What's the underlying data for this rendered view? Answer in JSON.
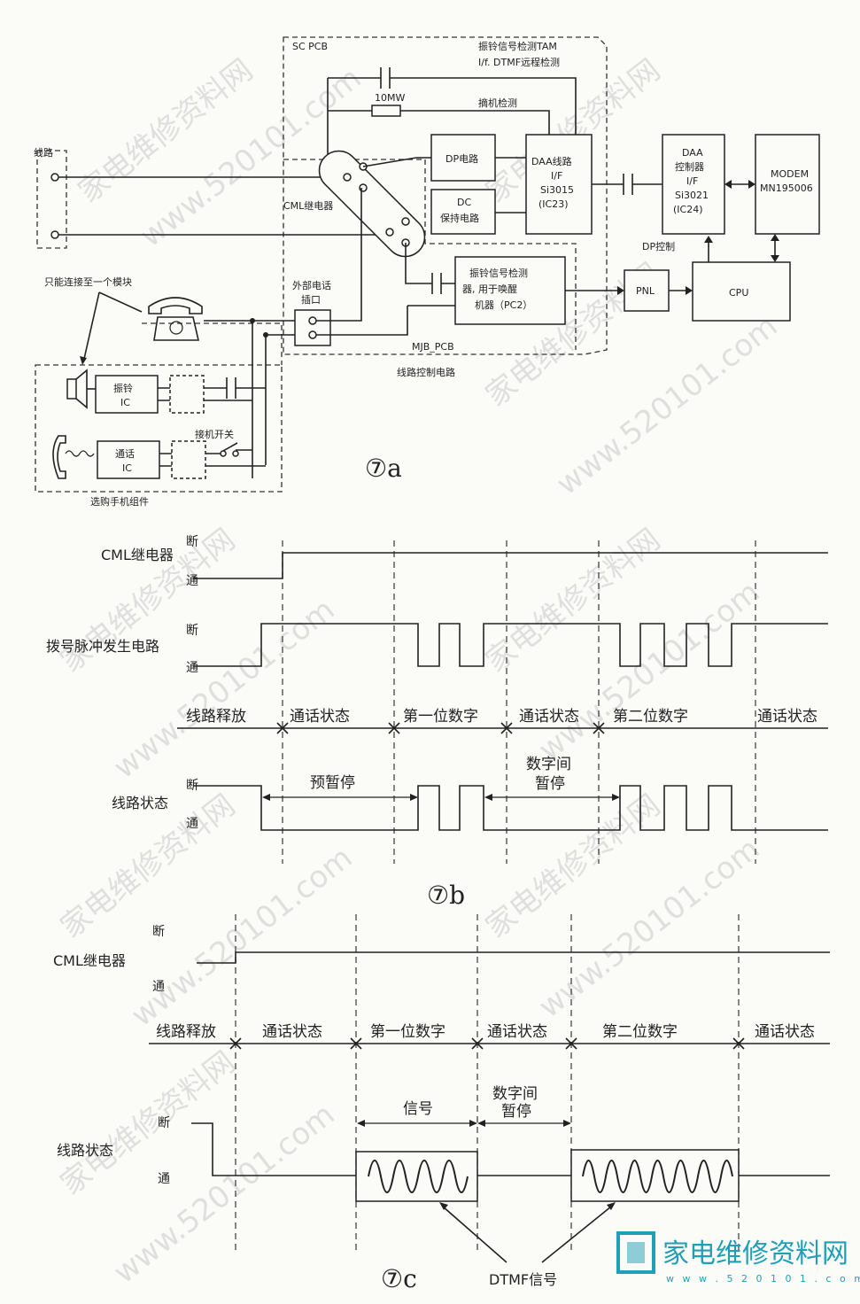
{
  "watermark": {
    "site_cn": "家电维修资料网",
    "site_url": "www.520101.com"
  },
  "fig_a": {
    "label": "⑦a",
    "sc_pcb": "SC PCB",
    "ring_detect_top_1": "振铃信号检测TAM",
    "ring_detect_top_2": "I/f. DTMF远程检测",
    "resistor": "10MW",
    "hook_detect": "摘机检测",
    "line": "线路",
    "dp_circuit": "DP电路",
    "dc_hold_1": "DC",
    "dc_hold_2": "保持电路",
    "daa_line": [
      "DAA线路",
      "I/F",
      "Si3015",
      "(IC23)"
    ],
    "daa_ctrl": [
      "DAA",
      "控制器",
      "I/F",
      "Si3021",
      "(IC24)"
    ],
    "modem": [
      "MODEM",
      "MN195006"
    ],
    "cml_relay": "CML继电器",
    "dp_control": "DP控制",
    "ext_phone": [
      "外部电话",
      "插口"
    ],
    "ring_wake": [
      "振铃信号检测",
      "器, 用于唤醒",
      "机器（PC2）"
    ],
    "pnl": "PNL",
    "cpu": "CPU",
    "mjb_pcb": "MJB_PCB",
    "line_ctrl": "线路控制电路",
    "one_module": "只能连接至一个模块",
    "ring_ic": [
      "振铃",
      "IC"
    ],
    "talk_ic": [
      "通话",
      "IC"
    ],
    "hook_switch": "接机开关",
    "handset": "选购手机组件"
  },
  "fig_b": {
    "label": "⑦b",
    "cml_relay": "CML继电器",
    "dial_pulse": "拨号脉冲发生电路",
    "line_state": "线路状态",
    "off": "断",
    "on": "通",
    "phases": [
      "线路释放",
      "通话状态",
      "第一位数字",
      "通话状态",
      "第二位数字",
      "通话状态"
    ],
    "pre_pause": "预暂停",
    "digit_pause_1": "数字间",
    "digit_pause_2": "暂停"
  },
  "fig_c": {
    "label": "⑦c",
    "cml_relay": "CML继电器",
    "line_state": "线路状态",
    "off": "断",
    "on": "通",
    "phases": [
      "线路释放",
      "通话状态",
      "第一位数字",
      "通话状态",
      "第二位数字",
      "通话状态"
    ],
    "signal": "信号",
    "digit_pause_1": "数字间",
    "digit_pause_2": "暂停",
    "dtmf": "DTMF信号"
  },
  "logo": {
    "text": "家电维修资料网",
    "url": "w w w . 5 2 0 1 0 1 . c o m"
  }
}
